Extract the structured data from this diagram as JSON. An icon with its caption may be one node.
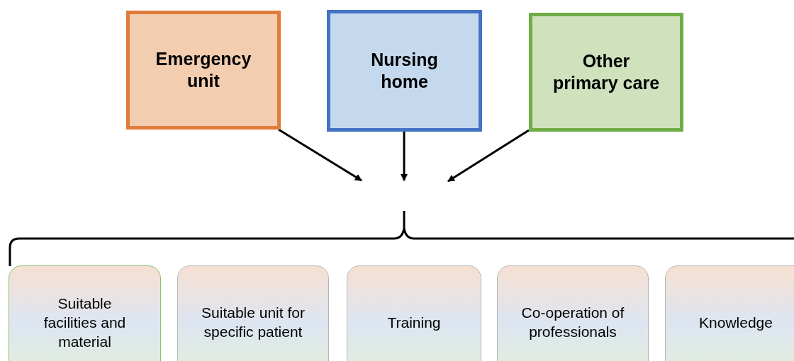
{
  "diagram": {
    "nodes": [
      {
        "text": [
          "Emergency unit"
        ]
      },
      {
        "text": [
          "Nursing home"
        ]
      },
      {
        "text": [
          "Other primary care"
        ]
      },
      {
        "text": [
          "Suitable facilities and material"
        ]
      },
      {
        "text": [
          "Suitable unit for specific patient"
        ]
      },
      {
        "text": [
          "Training"
        ]
      },
      {
        "text": [
          "Co-operation of professionals"
        ]
      },
      {
        "text": [
          "Knowledge"
        ]
      }
    ],
    "edges": [
      {
        "from": 0,
        "to": null,
        "arrow": "to"
      },
      {
        "from": 1,
        "to": null,
        "arrow": "to"
      },
      {
        "from": 2,
        "to": null,
        "arrow": "to"
      }
    ]
  }
}
